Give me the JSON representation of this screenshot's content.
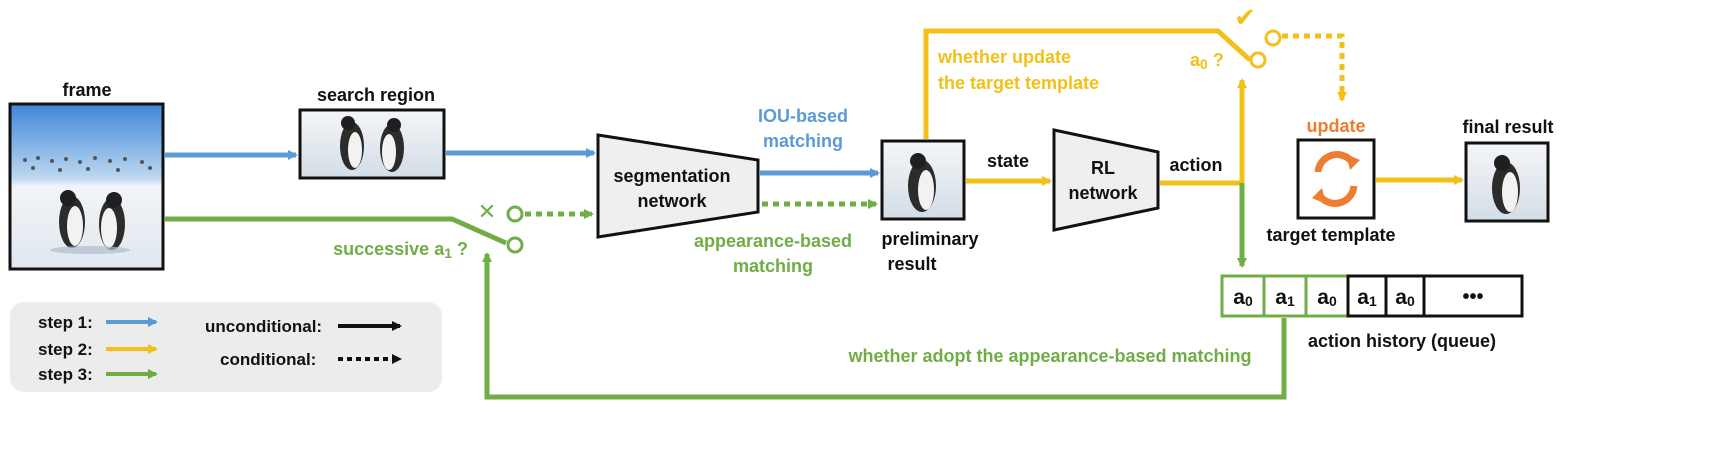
{
  "colors": {
    "step1": "#5b9bd5",
    "step2": "#f2c018",
    "step3": "#70ad47",
    "update": "#ed7d31",
    "text": "#111111"
  },
  "labels": {
    "frame": "frame",
    "search_region": "search region",
    "iou_line1": "IOU-based",
    "iou_line2": "matching",
    "seg_line1": "segmentation",
    "seg_line2": "network",
    "appearance_line1": "appearance-based",
    "appearance_line2": "matching",
    "successive_main": "successive a",
    "successive_sub": "1",
    "successive_q": " ?",
    "preliminary_line1": "preliminary",
    "preliminary_line2": "result",
    "state": "state",
    "rl_line1": "RL",
    "rl_line2": "network",
    "action": "action",
    "whether_update_line1": "whether update",
    "whether_update_line2": "the target template",
    "a0q_main": "a",
    "a0q_sub": "0",
    "a0q_q": " ?",
    "update": "update",
    "final_result": "final result",
    "target_template": "target template",
    "action_history": "action history (queue)",
    "whether_adopt": "whether adopt the appearance-based matching",
    "cross_mark": "✕",
    "check_mark": "✔"
  },
  "queue": [
    {
      "letter": "a",
      "sub": "0"
    },
    {
      "letter": "a",
      "sub": "1"
    },
    {
      "letter": "a",
      "sub": "0"
    },
    {
      "letter": "a",
      "sub": "1"
    },
    {
      "letter": "a",
      "sub": "0"
    },
    {
      "letter": "•••",
      "sub": ""
    }
  ],
  "legend": {
    "step1": "step 1:",
    "step2": "step 2:",
    "step3": "step 3:",
    "unconditional": "unconditional:",
    "conditional": "conditional:"
  }
}
